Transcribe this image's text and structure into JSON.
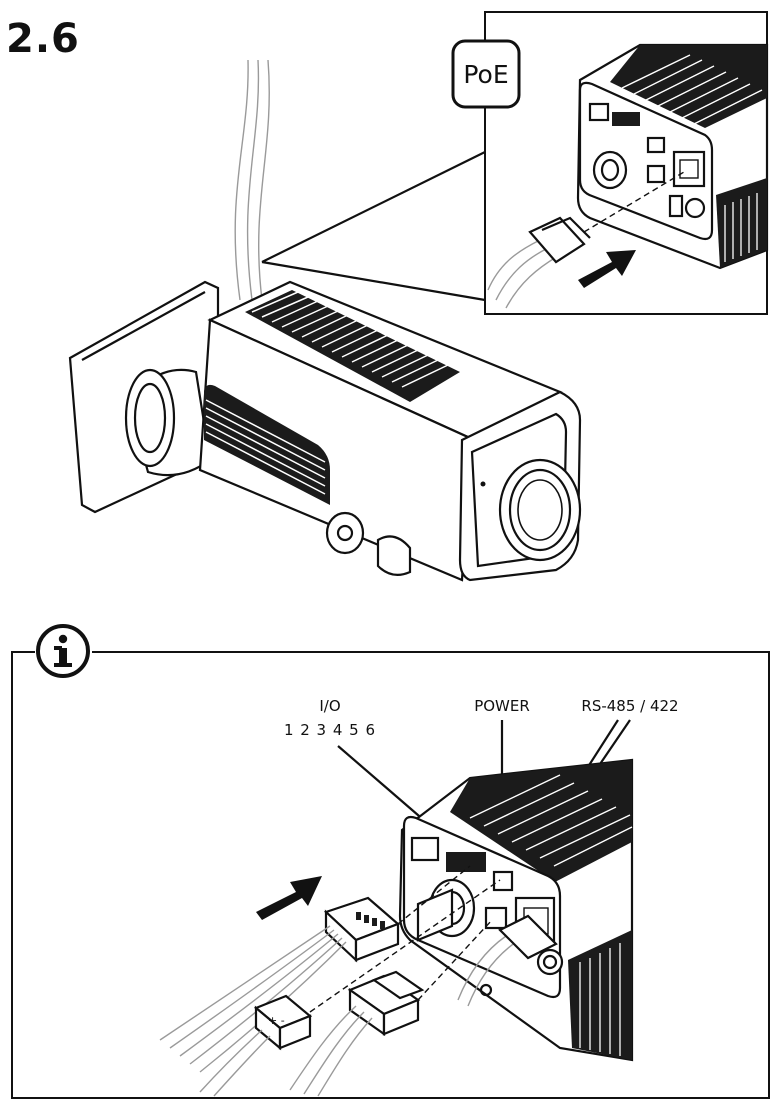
{
  "step": {
    "number": "2.6"
  },
  "top_inset": {
    "poe_badge": "PoE"
  },
  "info_panel": {
    "icon": "info-icon",
    "labels": {
      "io": "I/O",
      "io_pins": "1 2 3 4 5 6",
      "power": "POWER",
      "rs485": "RS-485 / 422"
    }
  },
  "colors": {
    "ink": "#111111",
    "cable": "#9a9a9a",
    "background": "#ffffff"
  }
}
